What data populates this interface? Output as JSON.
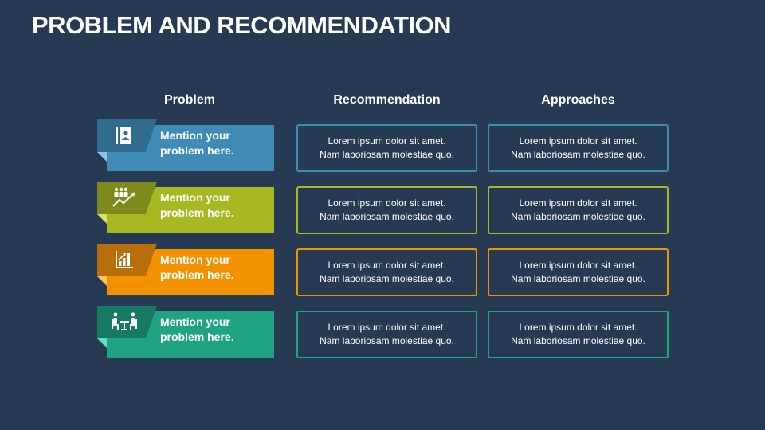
{
  "title": "PROBLEM AND RECOMMENDATION",
  "headers": {
    "problem": "Problem",
    "recommendation": "Recommendation",
    "approaches": "Approaches"
  },
  "rows": [
    {
      "icon": "contact-book-icon",
      "color": "#408bb5",
      "tab_color": "#2f6c8e",
      "fold_color": "#8cc3e0",
      "problem_line1": "Mention your",
      "problem_line2": "problem here.",
      "recommendation_line1": "Lorem ipsum dolor sit amet.",
      "recommendation_line2": "Nam laboriosam molestiae quo.",
      "approach_line1": "Lorem ipsum dolor sit amet.",
      "approach_line2": "Nam laboriosam molestiae quo."
    },
    {
      "icon": "team-growth-icon",
      "color": "#a8b823",
      "tab_color": "#7e8a1b",
      "fold_color": "#d6e06a",
      "problem_line1": "Mention your",
      "problem_line2": "problem here.",
      "recommendation_line1": "Lorem ipsum dolor sit amet.",
      "recommendation_line2": "Nam laboriosam molestiae quo.",
      "approach_line1": "Lorem ipsum dolor sit amet.",
      "approach_line2": "Nam laboriosam molestiae quo."
    },
    {
      "icon": "bar-chart-growth-icon",
      "color": "#f39200",
      "tab_color": "#b86f0a",
      "fold_color": "#ffc266",
      "problem_line1": "Mention your",
      "problem_line2": "problem here.",
      "recommendation_line1": "Lorem ipsum dolor sit amet.",
      "recommendation_line2": "Nam laboriosam molestiae quo.",
      "approach_line1": "Lorem ipsum dolor sit amet.",
      "approach_line2": "Nam laboriosam molestiae quo."
    },
    {
      "icon": "meeting-icon",
      "color": "#1fa383",
      "tab_color": "#177a62",
      "fold_color": "#5de0c0",
      "problem_line1": "Mention your",
      "problem_line2": "problem here.",
      "recommendation_line1": "Lorem ipsum dolor sit amet.",
      "recommendation_line2": "Nam laboriosam molestiae quo.",
      "approach_line1": "Lorem ipsum dolor sit amet.",
      "approach_line2": "Nam laboriosam molestiae quo."
    }
  ]
}
